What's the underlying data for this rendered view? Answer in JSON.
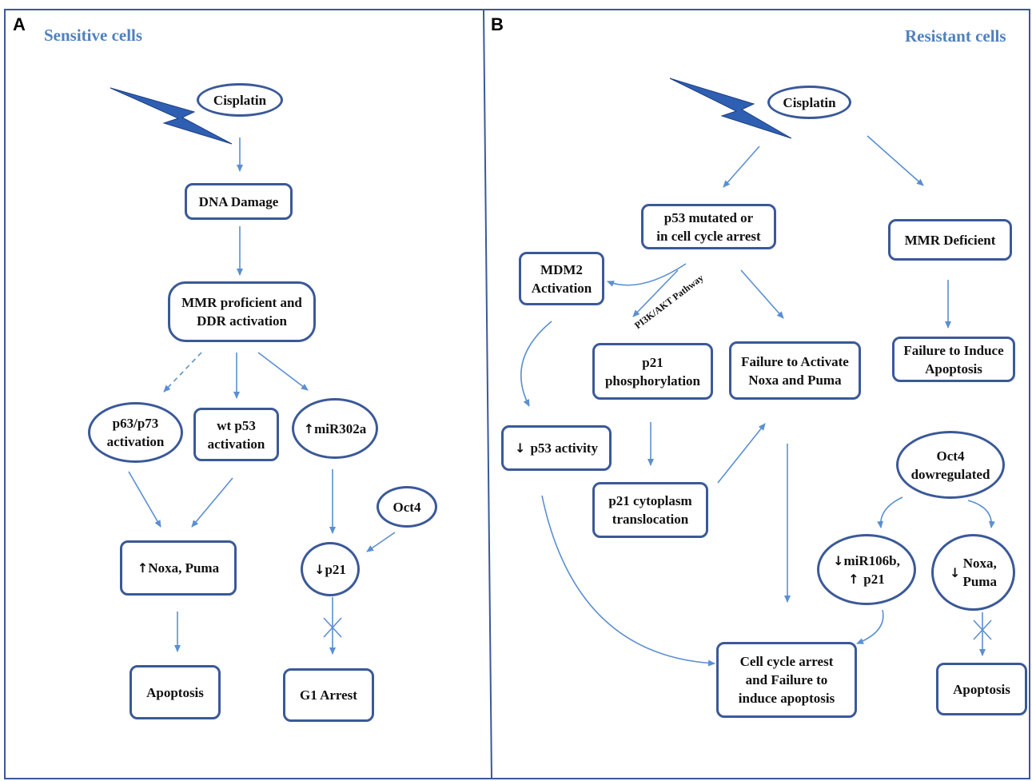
{
  "panelA": {
    "letter": "A",
    "title": "Sensitive cells",
    "cisplatin": "Cisplatin",
    "dna_damage": "DNA Damage",
    "mmr": "MMR proficient and\nDDR activation",
    "p63": "p63/p73\nactivation",
    "wtp53": "wt p53\nactivation",
    "mir302a": "miR302a",
    "oct4": "Oct4",
    "noxa_puma": "Noxa, Puma",
    "p21": "p21",
    "apoptosis": "Apoptosis",
    "g1_arrest": "G1 Arrest"
  },
  "panelB": {
    "letter": "B",
    "title": "Resistant cells",
    "cisplatin": "Cisplatin",
    "p53_mutated": "p53 mutated or\nin cell cycle arrest",
    "mmr_deficient": "MMR Deficient",
    "mdm2": "MDM2\nActivation",
    "pathway_label": "PI3K/AKT Pathway",
    "p21_phos": "p21\nphosphorylation",
    "failure_activate": "Failure to Activate\nNoxa and Puma",
    "failure_induce": "Failure to Induce\nApoptosis",
    "p53_activity": "p53 activity",
    "oct4_down": "Oct4\ndowregulated",
    "p21_cyto": "p21 cytoplasm\ntranslocation",
    "mir106b_line1": "miR106b,",
    "mir106b_line2": "p21",
    "noxa_line1": "Noxa,",
    "noxa_line2": "Puma",
    "cell_cycle": "Cell cycle arrest\nand Failure to\ninduce apoptosis",
    "apoptosis": "Apoptosis"
  },
  "colors": {
    "arrow": "#5b8fd0",
    "border": "#3b5998",
    "title": "#4f81bd",
    "bolt": "#2f5fb3"
  }
}
